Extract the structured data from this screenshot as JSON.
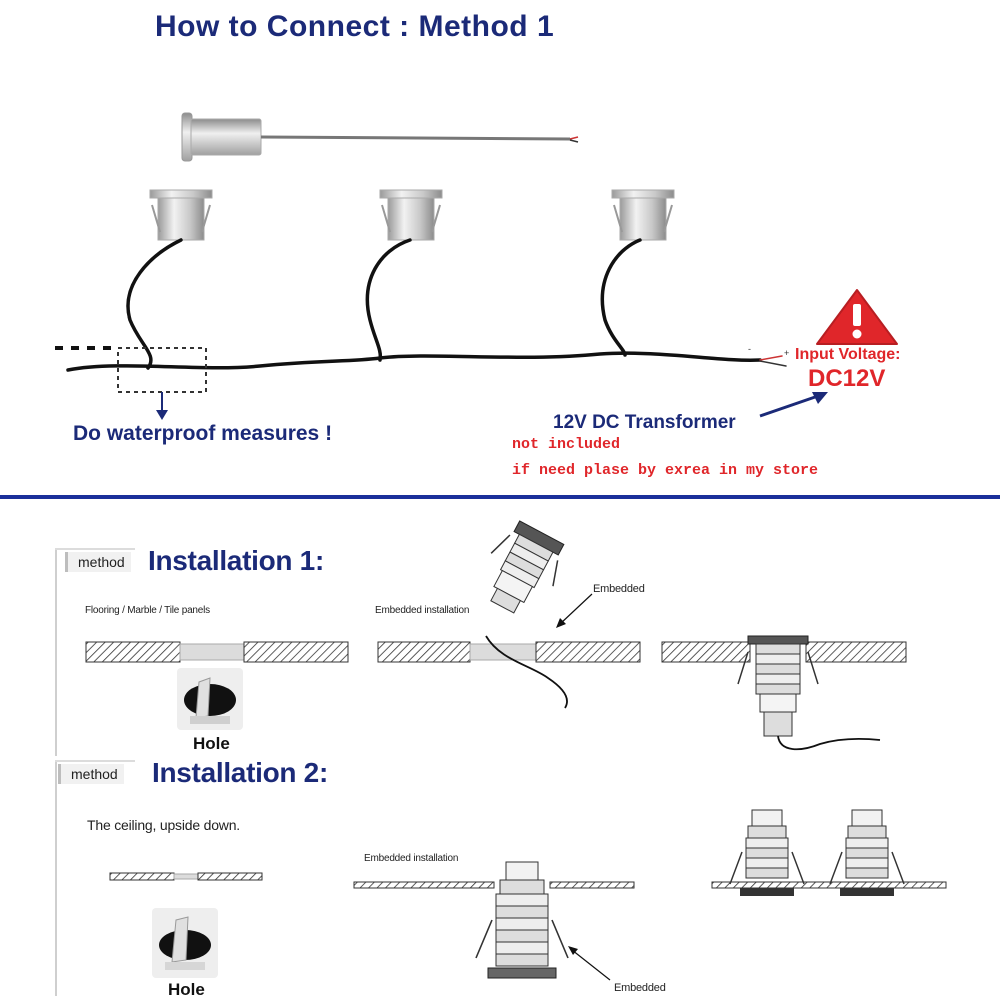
{
  "top": {
    "title": "How to Connect : Method 1",
    "waterproof_note": "Do waterproof measures !",
    "input_voltage_label": "Input Voltage:",
    "input_voltage_value": "DC12V",
    "transformer_label": "12V DC Transformer",
    "not_included": "not included",
    "store_note": "if need plase by exrea in my store",
    "warning_icon": "warning-triangle-icon",
    "warning_color": "#e0262a",
    "accent_color": "#1b2a78"
  },
  "installation_1": {
    "tag": "method",
    "title": "Installation 1:",
    "surface_label": "Flooring / Marble / Tile panels",
    "embedded_installation_label": "Embedded installation",
    "embedded_label": "Embedded",
    "hole_label": "Hole"
  },
  "installation_2": {
    "tag": "method",
    "title": "Installation 2:",
    "surface_label": "The ceiling, upside down.",
    "embedded_installation_label": "Embedded installation",
    "embedded_label": "Embedded",
    "hole_label": "Hole"
  },
  "divider_color": "#1a2f9a"
}
